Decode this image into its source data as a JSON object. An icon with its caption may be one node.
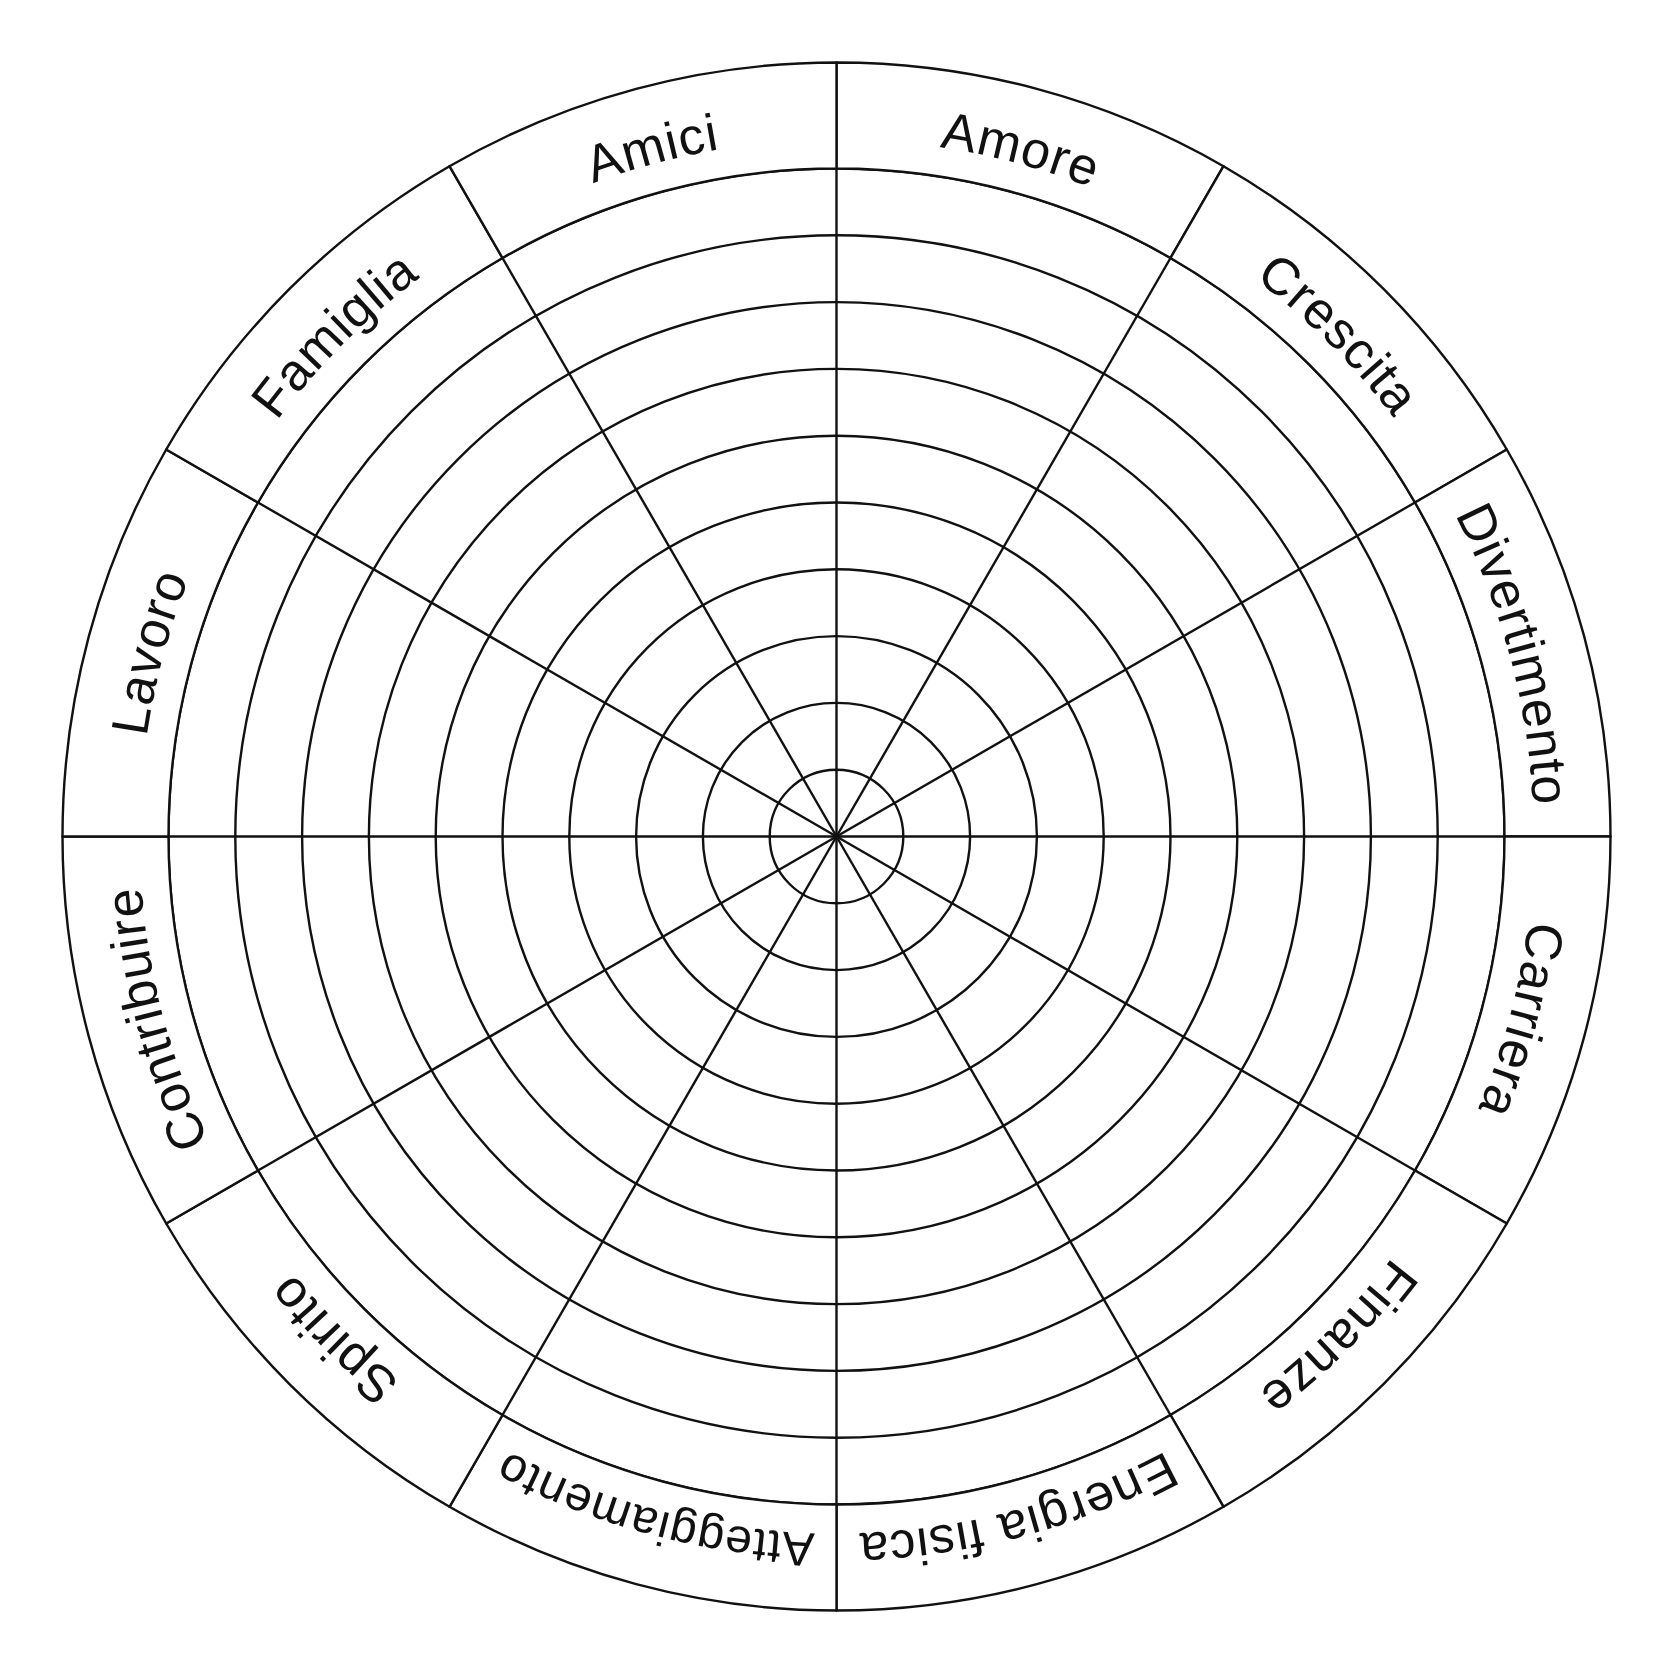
{
  "diagram": {
    "nodes": [
      {
        "text": [
          "Amore"
        ]
      },
      {
        "text": [
          "Crescita"
        ]
      },
      {
        "text": [
          "Divertimento"
        ]
      },
      {
        "text": [
          "Carriera"
        ]
      },
      {
        "text": [
          "Finanze"
        ]
      },
      {
        "text": [
          "Energia fisica"
        ]
      },
      {
        "text": [
          "Atteggiamento"
        ]
      },
      {
        "text": [
          "Spirito"
        ]
      },
      {
        "text": [
          "Contribuire"
        ]
      },
      {
        "text": [
          "Lavoro"
        ]
      },
      {
        "text": [
          "Famiglia"
        ]
      },
      {
        "text": [
          "Amici"
        ]
      }
    ]
  }
}
